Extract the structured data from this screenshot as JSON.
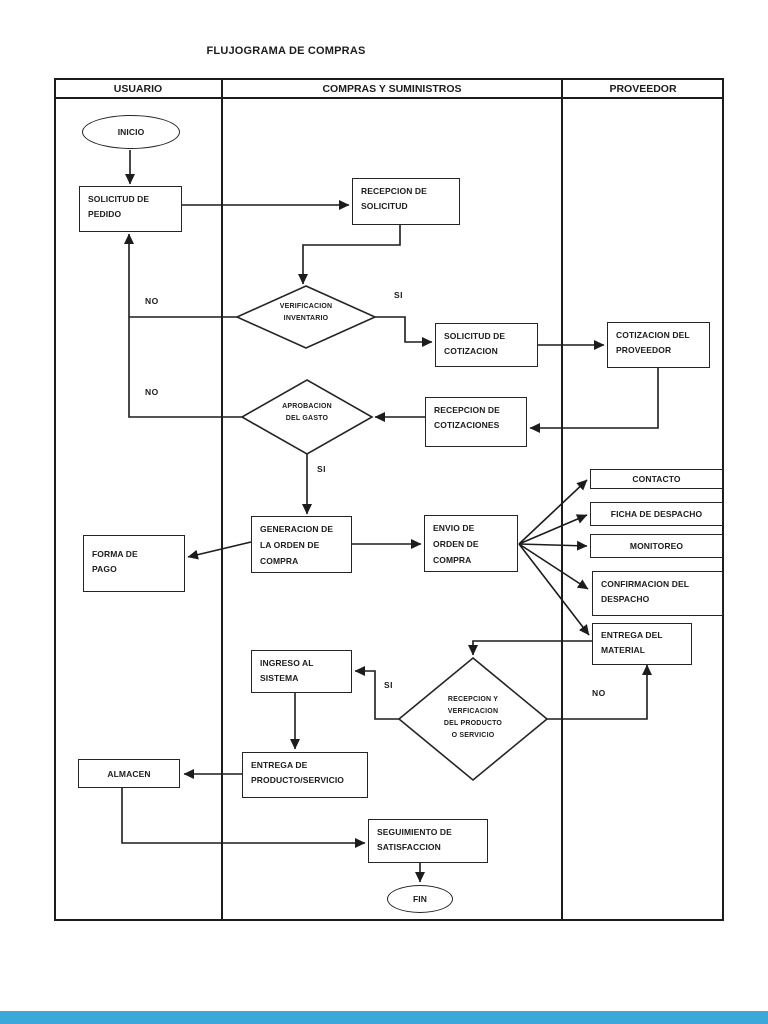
{
  "page": {
    "title": "FLUJOGRAMA DE COMPRAS"
  },
  "table": {
    "columns": [
      "USUARIO",
      "COMPRAS Y SUMINISTROS",
      "PROVEEDOR"
    ]
  },
  "nodes": {
    "inicio": {
      "lines": [
        "INICIO"
      ]
    },
    "solicitud_pedido": {
      "lines": [
        "SOLICITUD DE",
        "PEDIDO"
      ]
    },
    "recepcion_solicitud": {
      "lines": [
        "RECEPCION DE",
        "SOLICITUD"
      ]
    },
    "verificacion_inventario": {
      "lines": [
        "VERIFICACION",
        "INVENTARIO"
      ]
    },
    "solicitud_cotizacion": {
      "lines": [
        "SOLICITUD DE",
        "COTIZACION"
      ]
    },
    "cotizacion_proveedor": {
      "lines": [
        "COTIZACION DEL",
        "PROVEEDOR"
      ]
    },
    "recepcion_cotizaciones": {
      "lines": [
        "RECEPCION DE",
        "COTIZACIONES"
      ]
    },
    "aprobacion_gasto": {
      "lines": [
        "APROBACION",
        "DEL GASTO"
      ]
    },
    "generacion_orden": {
      "lines": [
        "GENERACION DE",
        "LA ORDEN DE",
        "COMPRA"
      ]
    },
    "envio_orden": {
      "lines": [
        "ENVIO DE",
        "ORDEN DE",
        "COMPRA"
      ]
    },
    "forma_pago": {
      "lines": [
        "FORMA DE",
        "PAGO"
      ]
    },
    "contacto": {
      "lines": [
        "CONTACTO"
      ]
    },
    "ficha_despacho": {
      "lines": [
        "FICHA DE DESPACHO"
      ]
    },
    "monitoreo": {
      "lines": [
        "MONITOREO"
      ]
    },
    "confirmacion_despacho": {
      "lines": [
        "CONFIRMACION DEL",
        "DESPACHO"
      ]
    },
    "entrega_material": {
      "lines": [
        "ENTREGA DEL",
        "MATERIAL"
      ]
    },
    "recepcion_verificacion": {
      "lines": [
        "RECEPCION Y",
        "VERFICACION",
        "DEL PRODUCTO",
        "O SERVICIO"
      ]
    },
    "ingreso_sistema": {
      "lines": [
        "INGRESO AL",
        "SISTEMA"
      ]
    },
    "entrega_producto": {
      "lines": [
        "ENTREGA DE",
        "PRODUCTO/SERVICIO"
      ]
    },
    "almacen": {
      "lines": [
        "ALMACEN"
      ]
    },
    "seguimiento": {
      "lines": [
        "SEGUIMIENTO DE",
        "SATISFACCION"
      ]
    },
    "fin": {
      "lines": [
        "FIN"
      ]
    }
  },
  "branch_labels": {
    "no_inventario": "NO",
    "si_inventario": "SI",
    "no_gasto": "NO",
    "si_gasto": "SI",
    "si_recepcion": "SI",
    "no_recepcion": "NO"
  },
  "colors": {
    "line": "#1c1c1c",
    "background": "#ffffff",
    "bottom_bar": "#3aa8d8"
  }
}
